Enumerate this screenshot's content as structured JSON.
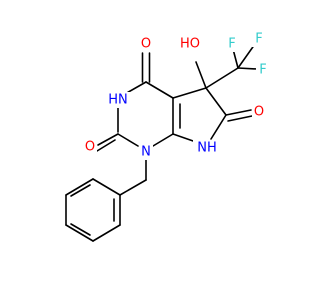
{
  "molecule": {
    "atoms": {
      "o_top": {
        "text": "O",
        "color": "#ff0000"
      },
      "oh": {
        "text": "HO",
        "color": "#ff0000"
      },
      "f1": {
        "text": "F",
        "color": "#33cccc"
      },
      "f2": {
        "text": "F",
        "color": "#33cccc"
      },
      "f3": {
        "text": "F",
        "color": "#33cccc"
      },
      "nh3": {
        "text": "HN",
        "color": "#0000ff"
      },
      "o_left": {
        "text": "O",
        "color": "#ff0000"
      },
      "o_right": {
        "text": "O",
        "color": "#ff0000"
      },
      "n1": {
        "text": "N",
        "color": "#0000ff"
      },
      "nh7": {
        "text": "NH",
        "color": "#0000ff"
      }
    }
  }
}
